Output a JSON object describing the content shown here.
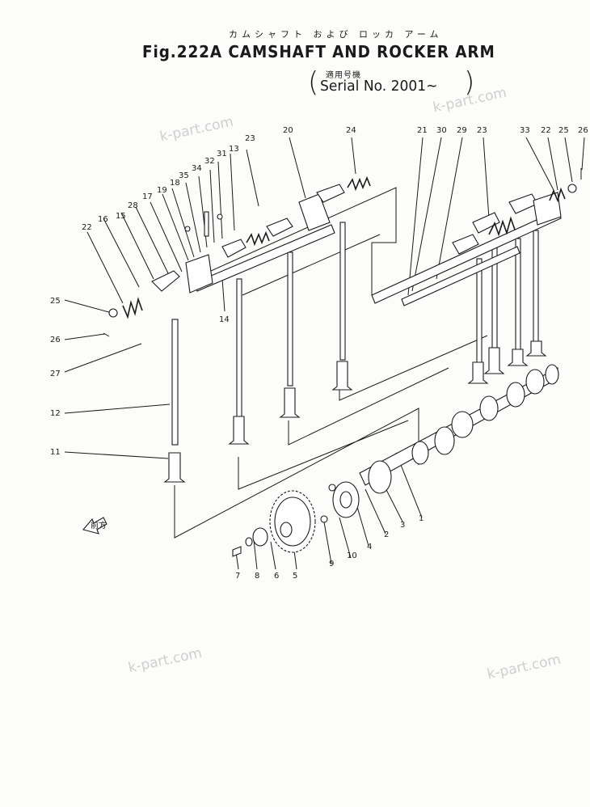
{
  "figure": {
    "title": "Fig.222A CAMSHAFT AND ROCKER ARM",
    "title_jp": "カムシャフト および ロッカ アーム",
    "note_jp": "適用号機",
    "note": "Serial No. 2001~",
    "paren_left": "(",
    "paren_right": ")"
  },
  "watermarks": [
    "k-part.com",
    "k-part.com",
    "k-part.com",
    "k-part.com"
  ],
  "front_marker": "前方",
  "callouts": [
    "1",
    "2",
    "3",
    "4",
    "5",
    "6",
    "7",
    "8",
    "9",
    "10",
    "11",
    "12",
    "13",
    "14",
    "15",
    "16",
    "17",
    "18",
    "19",
    "20",
    "21",
    "22",
    "22",
    "22",
    "23",
    "23",
    "24",
    "25",
    "25",
    "26",
    "26",
    "27",
    "28",
    "29",
    "30",
    "31",
    "32",
    "33",
    "34",
    "35"
  ]
}
